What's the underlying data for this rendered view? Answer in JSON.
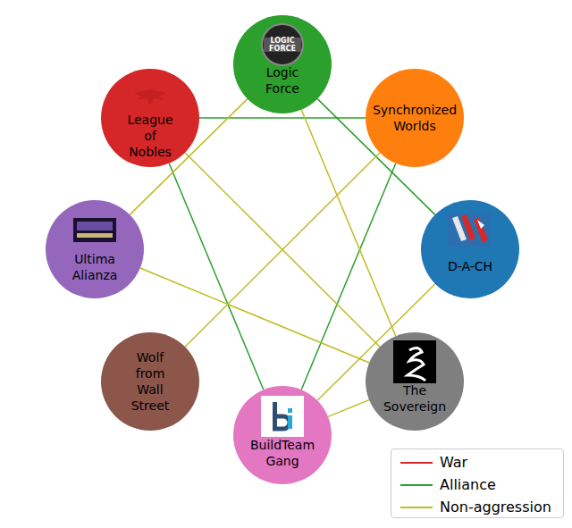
{
  "diagram": {
    "nodes": [
      {
        "text": [
          "Logic Force"
        ]
      },
      {
        "text": [
          "League of Nobles"
        ]
      },
      {
        "text": [
          "Synchronized Worlds"
        ]
      },
      {
        "text": [
          "Ultima Alianza"
        ]
      },
      {
        "text": [
          "D-A-CH"
        ]
      },
      {
        "text": [
          "Wolf from Wall Street"
        ]
      },
      {
        "text": [
          "The Sovereign"
        ]
      },
      {
        "text": [
          "BuildTeam Gang"
        ]
      }
    ],
    "edges": [
      {
        "from": 1,
        "to": 2,
        "arrow": "none"
      },
      {
        "from": 0,
        "to": 4,
        "arrow": "none"
      },
      {
        "from": 1,
        "to": 7,
        "arrow": "none"
      },
      {
        "from": 2,
        "to": 7,
        "arrow": "none"
      },
      {
        "from": 0,
        "to": 3,
        "arrow": "none"
      },
      {
        "from": 0,
        "to": 6,
        "arrow": "none"
      },
      {
        "from": 1,
        "to": 6,
        "arrow": "none"
      },
      {
        "from": 2,
        "to": 5,
        "arrow": "none"
      },
      {
        "from": 3,
        "to": 6,
        "arrow": "none"
      },
      {
        "from": 4,
        "to": 7,
        "arrow": "none"
      },
      {
        "from": 6,
        "to": 7,
        "arrow": "none"
      }
    ],
    "labels": [
      "LOGIC FORCE"
    ],
    "legend": [
      {
        "text": "War"
      },
      {
        "text": "Alliance"
      },
      {
        "text": "Non-aggression"
      }
    ]
  }
}
